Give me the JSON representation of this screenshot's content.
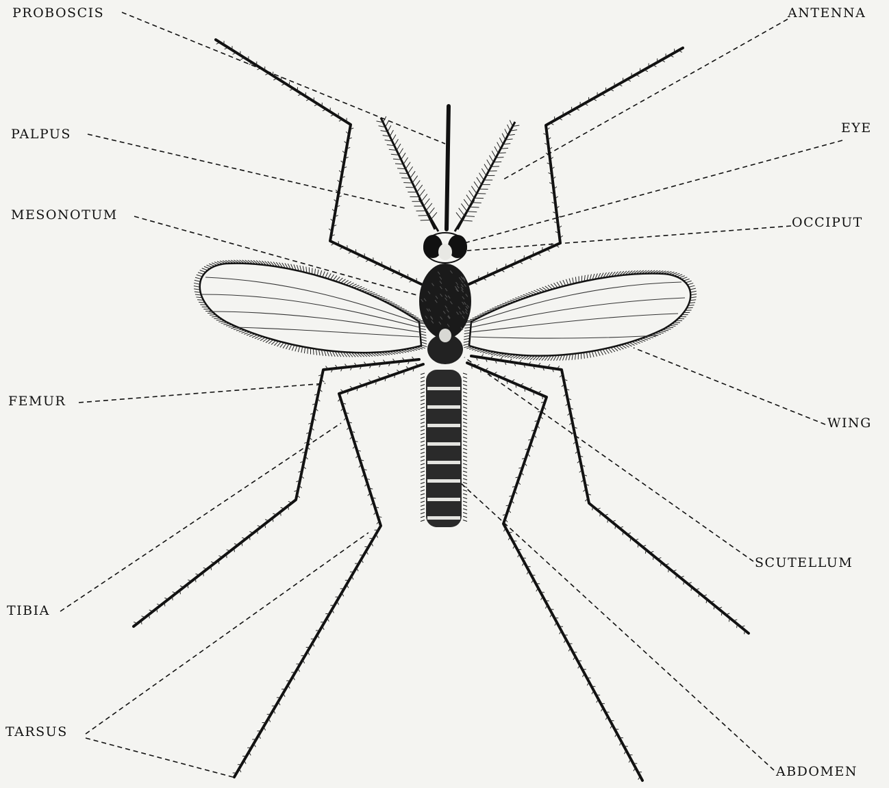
{
  "labels": {
    "proboscis": "PROBOSCIS",
    "antenna": "ANTENNA",
    "palpus": "PALPUS",
    "eye": "EYE",
    "mesonotum": "MESONOTUM",
    "occiput": "OCCIPUT",
    "femur": "FEMUR",
    "wing": "WING",
    "tibia": "TIBIA",
    "scutellum": "SCUTELLUM",
    "tarsus": "TARSUS",
    "abdomen": "ABDOMEN"
  },
  "colors": {
    "background": "#f4f4f1",
    "ink": "#111111"
  }
}
